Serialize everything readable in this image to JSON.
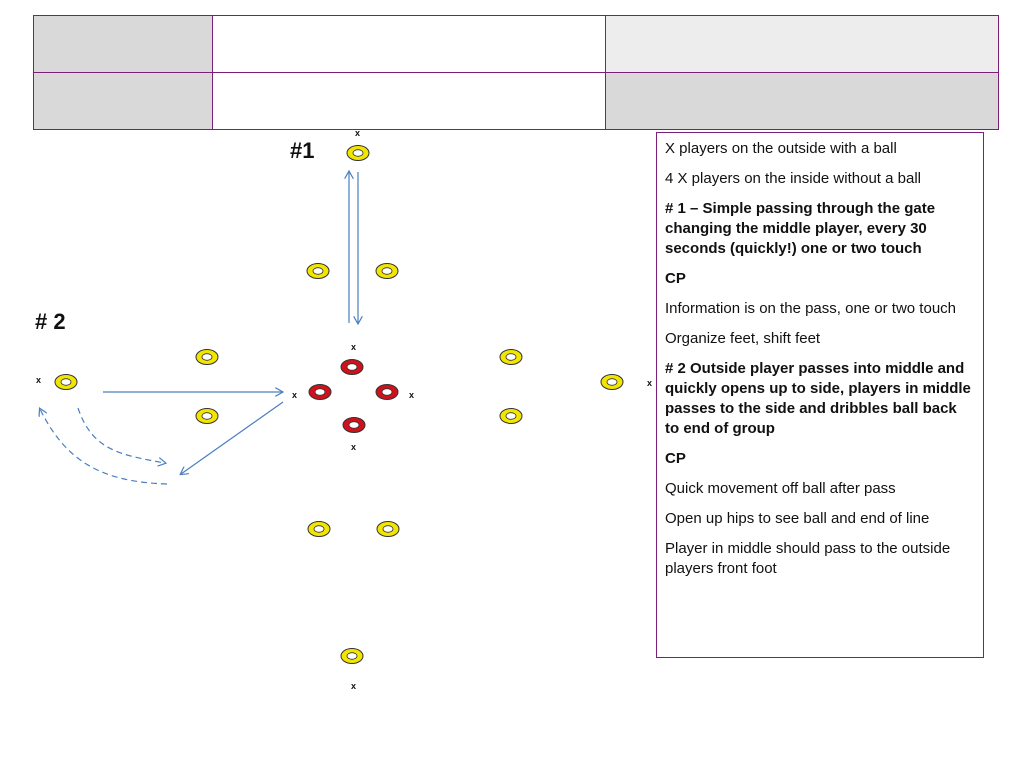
{
  "drill": {
    "label1": "#1",
    "label2": "# 2",
    "player_mark": "x"
  },
  "colors": {
    "yellow_cone": "#f2e600",
    "red_cone": "#d0101c",
    "arrow": "#4a7fc1",
    "border": "#7b1f7b"
  },
  "notes": [
    {
      "text": "X players on the outside with a ball",
      "bold": false
    },
    {
      "text": "4 X players on the inside  without a ball",
      "bold": false
    },
    {
      "text": "# 1 – Simple passing through the gate changing the middle player, every 30 seconds (quickly!) one or two touch",
      "bold": true
    },
    {
      "text": "CP",
      "bold": true
    },
    {
      "text": "Information is on the pass, one or two touch",
      "bold": false
    },
    {
      "text": "Organize feet, shift feet",
      "bold": false
    },
    {
      "text": "# 2 Outside player passes into middle and quickly opens up to side, players in middle passes to the side and dribbles ball back to end of group",
      "bold": true
    },
    {
      "text": "CP",
      "bold": true
    },
    {
      "text": "Quick movement off ball after pass",
      "bold": false
    },
    {
      "text": "Open up hips to see ball and end of line",
      "bold": false
    },
    {
      "text": "Player in middle should pass to the outside players front foot",
      "bold": false
    }
  ]
}
